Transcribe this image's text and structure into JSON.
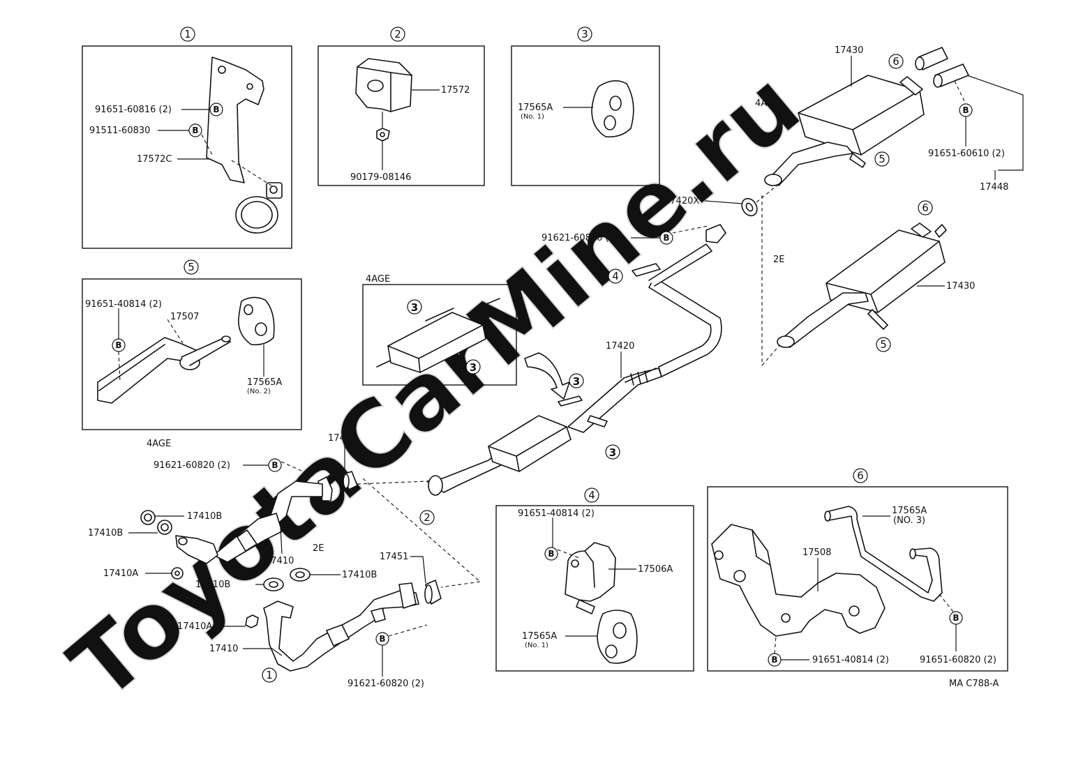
{
  "watermark": "ToyotaCarMine.ru",
  "drawing_code": "MA C788-A",
  "fastener_symbol": "B",
  "view_numbers": [
    "1",
    "2",
    "3",
    "4",
    "5",
    "6"
  ],
  "engine_codes": {
    "age": "4AGE",
    "e": "2E"
  },
  "labels": {
    "p91651_60816": "91651-60816 (2)",
    "p91511_60830": "91511-60830",
    "p17572C": "17572C",
    "p17572": "17572",
    "p90179_08146": "90179-08146",
    "p17565A_no1_top": "17565A",
    "p17565A_no1_top_note": "(No. 1)",
    "p17430_top": "17430",
    "p91651_60610": "91651-60610 (2)",
    "p17448": "17448",
    "p17420X": "17420X",
    "p91621_60820_mid": "91621-60820 (2)",
    "p17430_mid": "17430",
    "p91651_40814_v5": "91651-40814 (2)",
    "p17507": "17507",
    "p17565A_no2": "17565A",
    "p17565A_no2_note": "(No. 2)",
    "p17420": "17420",
    "p91621_60820_4age": "91621-60820 (2)",
    "p17451_top": "17451",
    "p17410B_1": "17410B",
    "p17410B_2": "17410B",
    "p17410_upper": "17410",
    "p17410A_1": "17410A",
    "p17410B_3": "17410B",
    "p17410B_4": "17410B",
    "p17451_bot": "17451",
    "p17410A_2": "17410A",
    "p17410_lower": "17410",
    "p91621_60820_bot": "91621-60820 (2)",
    "p91651_40814_v4": "91651-40814 (2)",
    "p17506A": "17506A",
    "p17565A_no1_v4": "17565A",
    "p17565A_no1_v4_note": "(No. 1)",
    "p17565A_no3": "17565A",
    "p17565A_no3_note": "(NO. 3)",
    "p17508": "17508",
    "p91651_40814_v6": "91651-40814 (2)",
    "p91651_60820_v6": "91651-60820 (2)"
  }
}
